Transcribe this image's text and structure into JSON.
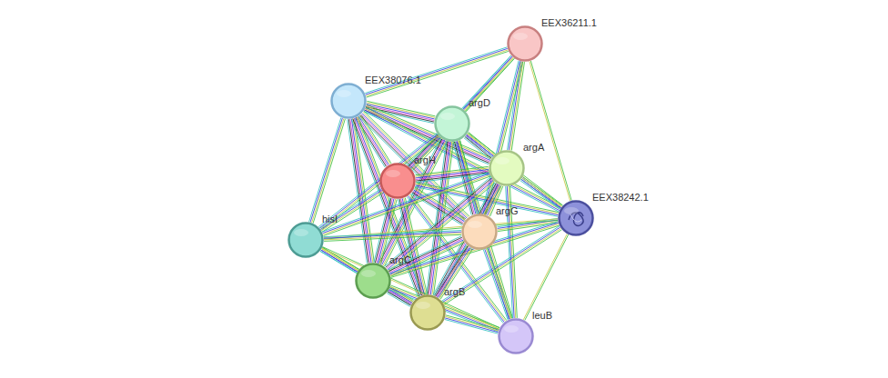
{
  "diagram": {
    "nodes": [
      {
        "text": [
          "EEX36211.1"
        ]
      },
      {
        "text": [
          "EEX38076.1"
        ]
      },
      {
        "text": [
          "argD"
        ]
      },
      {
        "text": [
          "argH"
        ]
      },
      {
        "text": [
          "argA"
        ]
      },
      {
        "text": [
          "EEX38242.1"
        ]
      },
      {
        "text": [
          "argG"
        ]
      },
      {
        "text": [
          "hisI"
        ]
      },
      {
        "text": [
          "argC"
        ]
      },
      {
        "text": [
          "argB"
        ]
      },
      {
        "text": [
          "leuB"
        ]
      }
    ],
    "edges": [
      {
        "from": 0,
        "to": 1,
        "arrow": "none"
      },
      {
        "from": 0,
        "to": 2,
        "arrow": "none"
      },
      {
        "from": 0,
        "to": 3,
        "arrow": "none"
      },
      {
        "from": 0,
        "to": 4,
        "arrow": "none"
      },
      {
        "from": 0,
        "to": 5,
        "arrow": "none"
      },
      {
        "from": 0,
        "to": 6,
        "arrow": "none"
      },
      {
        "from": 1,
        "to": 2,
        "arrow": "none"
      },
      {
        "from": 1,
        "to": 3,
        "arrow": "none"
      },
      {
        "from": 1,
        "to": 4,
        "arrow": "none"
      },
      {
        "from": 1,
        "to": 5,
        "arrow": "none"
      },
      {
        "from": 1,
        "to": 6,
        "arrow": "none"
      },
      {
        "from": 1,
        "to": 7,
        "arrow": "none"
      },
      {
        "from": 1,
        "to": 8,
        "arrow": "none"
      },
      {
        "from": 1,
        "to": 9,
        "arrow": "none"
      },
      {
        "from": 2,
        "to": 3,
        "arrow": "none"
      },
      {
        "from": 2,
        "to": 4,
        "arrow": "none"
      },
      {
        "from": 2,
        "to": 5,
        "arrow": "none"
      },
      {
        "from": 2,
        "to": 6,
        "arrow": "none"
      },
      {
        "from": 2,
        "to": 7,
        "arrow": "none"
      },
      {
        "from": 2,
        "to": 8,
        "arrow": "none"
      },
      {
        "from": 2,
        "to": 9,
        "arrow": "none"
      },
      {
        "from": 2,
        "to": 10,
        "arrow": "none"
      },
      {
        "from": 3,
        "to": 4,
        "arrow": "none"
      },
      {
        "from": 3,
        "to": 5,
        "arrow": "none"
      },
      {
        "from": 3,
        "to": 6,
        "arrow": "none"
      },
      {
        "from": 3,
        "to": 7,
        "arrow": "none"
      },
      {
        "from": 3,
        "to": 8,
        "arrow": "none"
      },
      {
        "from": 3,
        "to": 9,
        "arrow": "none"
      },
      {
        "from": 3,
        "to": 10,
        "arrow": "none"
      },
      {
        "from": 4,
        "to": 5,
        "arrow": "none"
      },
      {
        "from": 4,
        "to": 6,
        "arrow": "none"
      },
      {
        "from": 4,
        "to": 7,
        "arrow": "none"
      },
      {
        "from": 4,
        "to": 8,
        "arrow": "none"
      },
      {
        "from": 4,
        "to": 9,
        "arrow": "none"
      },
      {
        "from": 4,
        "to": 10,
        "arrow": "none"
      },
      {
        "from": 5,
        "to": 6,
        "arrow": "none"
      },
      {
        "from": 5,
        "to": 7,
        "arrow": "none"
      },
      {
        "from": 5,
        "to": 8,
        "arrow": "none"
      },
      {
        "from": 5,
        "to": 9,
        "arrow": "none"
      },
      {
        "from": 5,
        "to": 10,
        "arrow": "none"
      },
      {
        "from": 6,
        "to": 7,
        "arrow": "none"
      },
      {
        "from": 6,
        "to": 8,
        "arrow": "none"
      },
      {
        "from": 6,
        "to": 9,
        "arrow": "none"
      },
      {
        "from": 6,
        "to": 10,
        "arrow": "none"
      },
      {
        "from": 7,
        "to": 8,
        "arrow": "none"
      },
      {
        "from": 7,
        "to": 9,
        "arrow": "none"
      },
      {
        "from": 7,
        "to": 10,
        "arrow": "none"
      },
      {
        "from": 8,
        "to": 9,
        "arrow": "none"
      },
      {
        "from": 8,
        "to": 10,
        "arrow": "none"
      },
      {
        "from": 9,
        "to": 10,
        "arrow": "none"
      }
    ]
  }
}
